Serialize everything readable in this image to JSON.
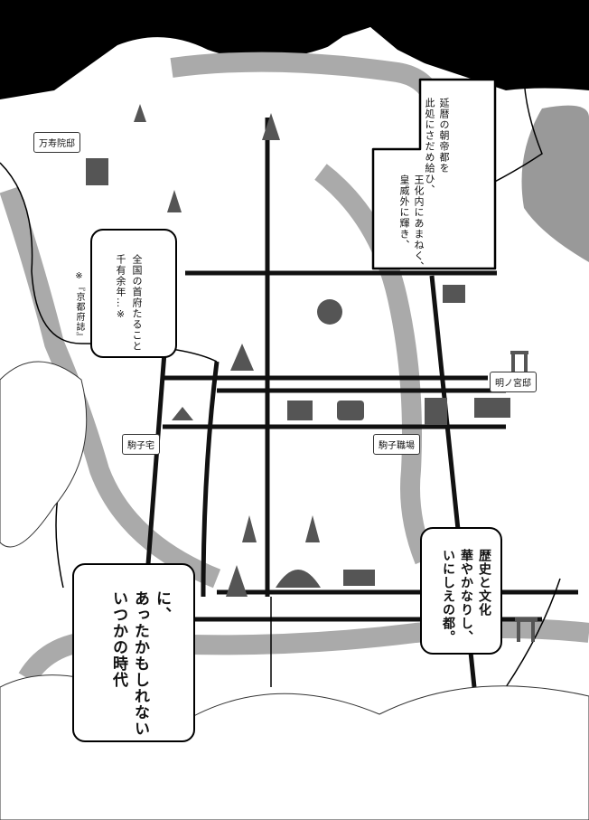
{
  "map_labels": {
    "manjuin": "万寿院邸",
    "komako_home": "駒子宅",
    "komako_work": "駒子職場",
    "akenomiya": "明ノ宮邸"
  },
  "captions": {
    "top_right": [
      "延暦の朝帝都を",
      "此処にさだめ給ひ、",
      "王化内にあまねく、",
      "皇威外に輝き、"
    ],
    "left": [
      "全国の首府たること",
      "千有余年…※"
    ],
    "source_note": "※『京都府誌』",
    "bottom_right": [
      "歴史と文化",
      "華やかなりし、",
      "いにしえの都。"
    ],
    "bottom_left": [
      "に、",
      "あったかもしれない",
      "いつかの時代"
    ]
  },
  "colors": {
    "sky": "#000000",
    "river": "#aaaaaa",
    "road": "#111111",
    "building": "#555555"
  }
}
